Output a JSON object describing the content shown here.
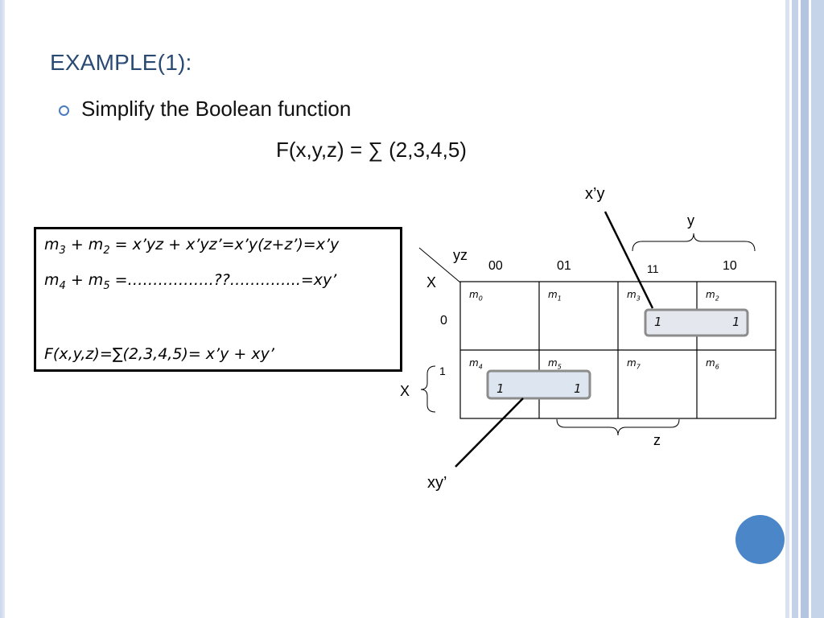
{
  "slide": {
    "title": "EXAMPLE(1):",
    "bullet": "Simplify the Boolean function",
    "formula": "F(x,y,z) = ∑ (2,3,4,5)"
  },
  "derivation": {
    "line1": {
      "a": "m",
      "a_sub": "3",
      "mid": " + m",
      "mid_sub": "2",
      "rest": " = x’yz + x’yz’=x’y(z+z’)=x’y"
    },
    "line2": {
      "a": "m",
      "a_sub": "4",
      "mid": " + m",
      "mid_sub": "5",
      "rest": " =……………..??…………..=xy’"
    },
    "line3": "F(x,y,z)=∑(2,3,4,5)= x’y + xy’"
  },
  "kmap": {
    "corner_yz": "yz",
    "corner_x": "X",
    "col_headers": [
      "00",
      "01",
      "11",
      "10"
    ],
    "row_headers": [
      "0",
      "1"
    ],
    "cells": [
      [
        {
          "m": "m",
          "sub": "0"
        },
        {
          "m": "m",
          "sub": "1"
        },
        {
          "m": "m",
          "sub": "3"
        },
        {
          "m": "m",
          "sub": "2"
        }
      ],
      [
        {
          "m": "m",
          "sub": "4"
        },
        {
          "m": "m",
          "sub": "5"
        },
        {
          "m": "m",
          "sub": "7"
        },
        {
          "m": "m",
          "sub": "6"
        }
      ]
    ],
    "ones": {
      "r0c2": "1",
      "r0c3": "1",
      "r1c0": "1",
      "r1c1": "1"
    },
    "label_y": "y",
    "label_z": "z",
    "label_x_side": "X",
    "group_top_label": "x’y",
    "group_bottom_label": "xy’"
  },
  "colors": {
    "title": "#2a4a74",
    "group_fill": "#dde6f0",
    "group_stroke": "#8c8c8c",
    "next_button": "#4a86c8"
  },
  "icons": {
    "bullet": "ring-bullet-icon",
    "next": "circle-button-icon"
  }
}
